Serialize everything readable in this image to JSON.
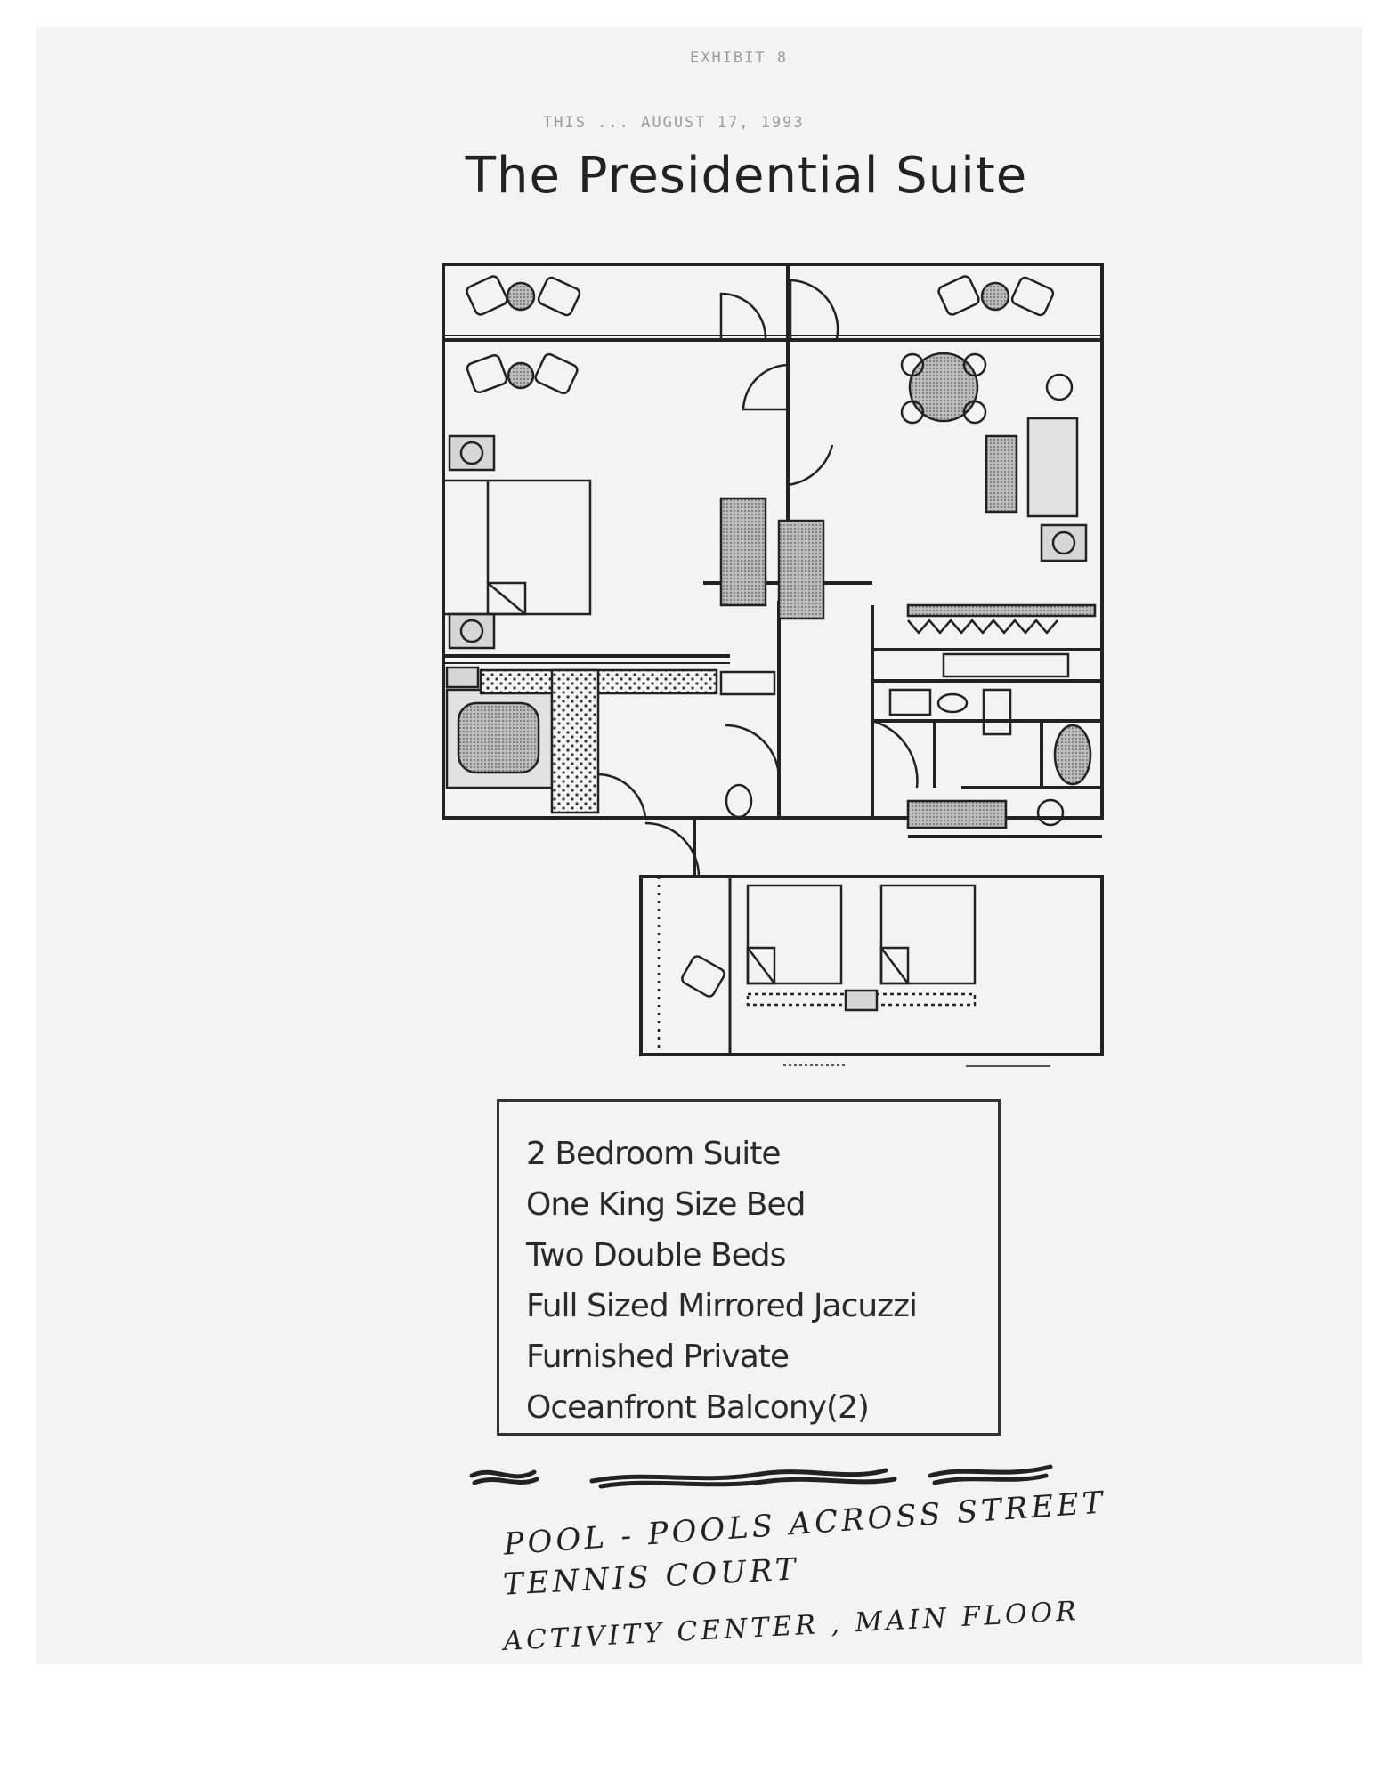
{
  "header": {
    "faint_line_1": "EXHIBIT 8",
    "faint_line_2": "THIS ... AUGUST 17, 1993",
    "title": "The Presidential Suite"
  },
  "features_box": {
    "lines": [
      "2 Bedroom Suite",
      "One King Size Bed",
      "Two Double Beds",
      "Full Sized Mirrored Jacuzzi",
      "Furnished Private",
      "Oceanfront Balcony(2)"
    ]
  },
  "handwritten_notes": {
    "line_1": "POOL  -  POOLS  ACROSS  STREET",
    "line_2": "TENNIS  COURT",
    "line_3": "ACTIVITY  CENTER , MAIN FLOOR"
  }
}
